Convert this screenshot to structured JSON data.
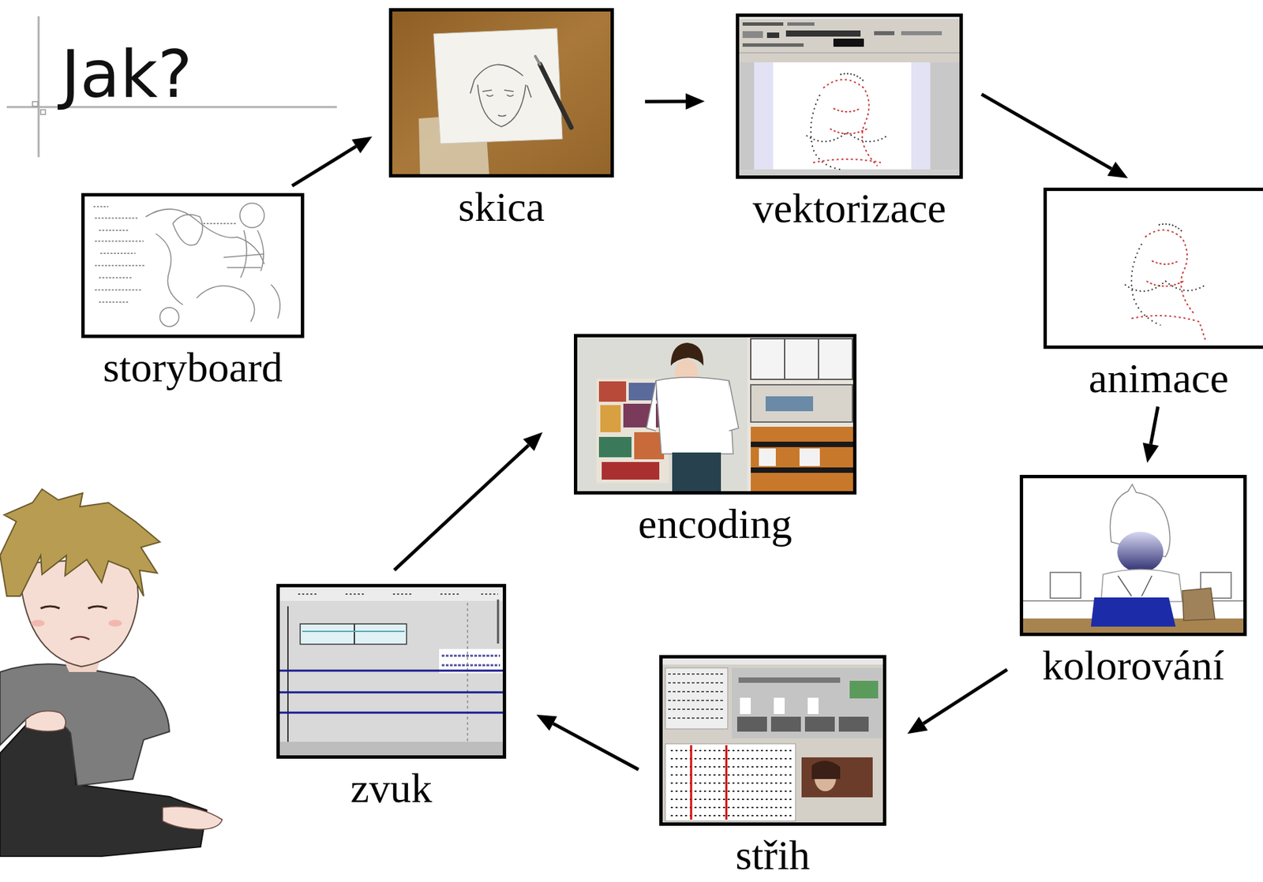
{
  "diagram": {
    "title": "Jak?",
    "nodes": [
      {
        "text": [
          "storyboard"
        ]
      },
      {
        "text": [
          "skica"
        ]
      },
      {
        "text": [
          "vektorizace"
        ]
      },
      {
        "text": [
          "animace"
        ]
      },
      {
        "text": [
          "kolorování"
        ]
      },
      {
        "text": [
          "střih"
        ]
      },
      {
        "text": [
          "zvuk"
        ]
      },
      {
        "text": [
          "encoding"
        ]
      }
    ],
    "edges": [
      {
        "from": 0,
        "to": 1,
        "arrow": "to"
      },
      {
        "from": 1,
        "to": 2,
        "arrow": "to"
      },
      {
        "from": 2,
        "to": 3,
        "arrow": "to"
      },
      {
        "from": 3,
        "to": 4,
        "arrow": "to"
      },
      {
        "from": 4,
        "to": 5,
        "arrow": "to"
      },
      {
        "from": 5,
        "to": 6,
        "arrow": "to"
      },
      {
        "from": 6,
        "to": 7,
        "arrow": "to"
      }
    ]
  }
}
